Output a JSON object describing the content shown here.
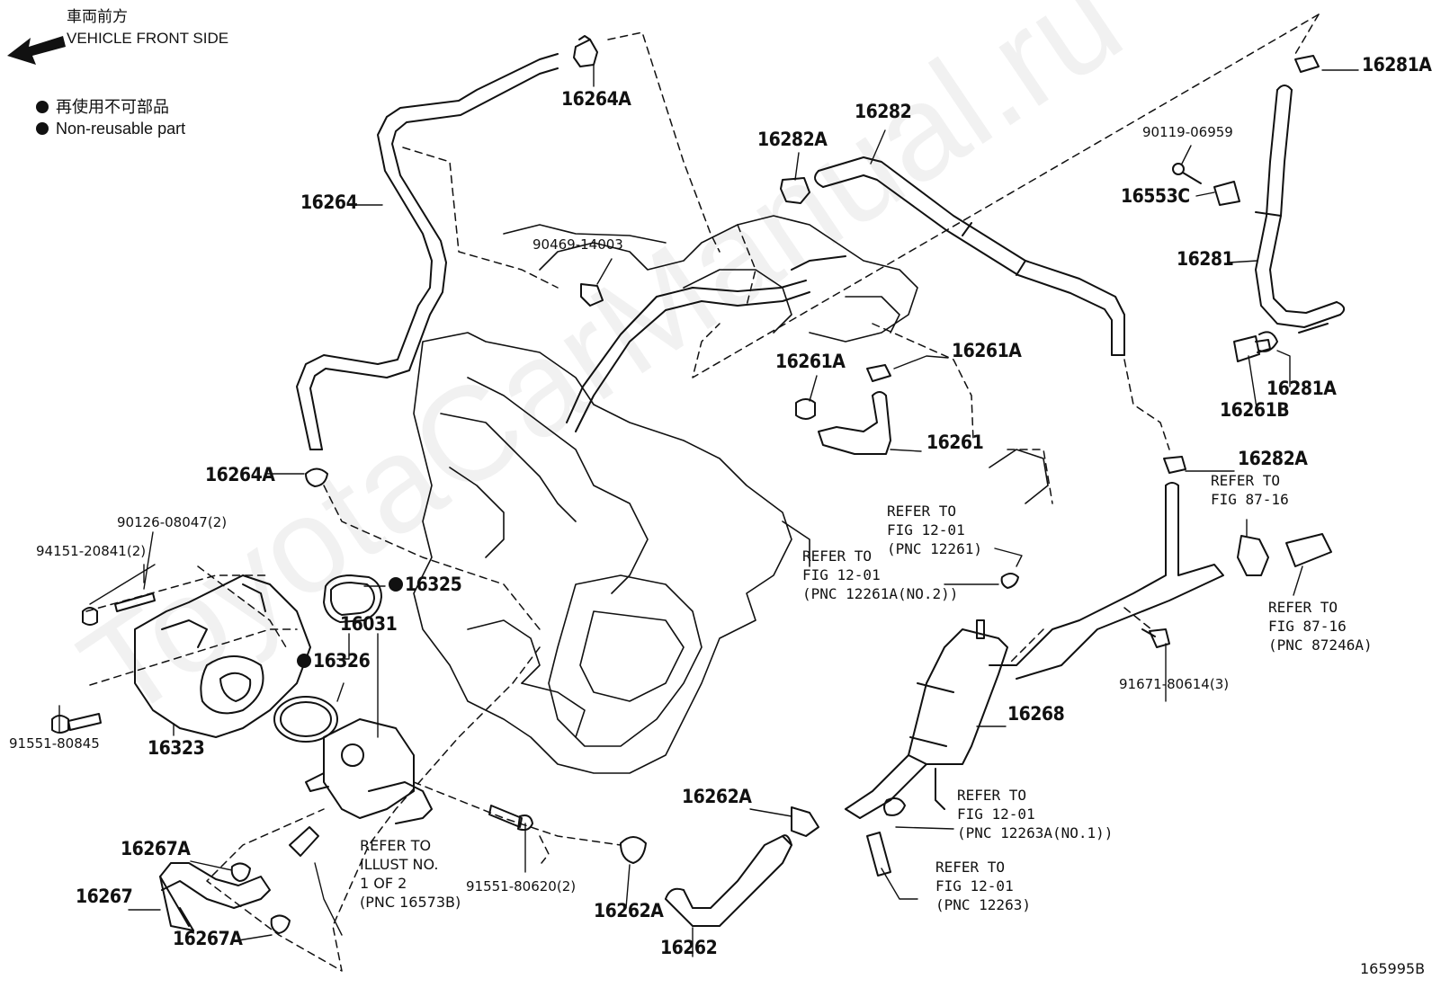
{
  "header": {
    "direction_jp": "車両前方",
    "direction_en": "VEHICLE FRONT SIDE",
    "legend_jp": "再使用不可部品",
    "legend_en": "Non-reusable part"
  },
  "watermark": "ToyotaCarManual.ru",
  "figure_id": "165995B",
  "parts": {
    "p16264A_top": "16264A",
    "p16264": "16264",
    "p16264A_left": "16264A",
    "p90126": "90126-08047(2)",
    "p94151": "94151-20841(2)",
    "p91551_80845": "91551-80845",
    "p16323": "16323",
    "p16325": "16325",
    "p16031": "16031",
    "p16326": "16326",
    "p16267A_top": "16267A",
    "p16267": "16267",
    "p16267A_bot": "16267A",
    "p91551_80620": "91551-80620(2)",
    "p16262A_bot": "16262A",
    "p16262": "16262",
    "p16262A_mid": "16262A",
    "p16268": "16268",
    "p90469": "90469-14003",
    "p16282A_top": "16282A",
    "p16282": "16282",
    "p16261A_left": "16261A",
    "p16261A_right": "16261A",
    "p16261": "16261",
    "p16281A_top": "16281A",
    "p90119": "90119-06959",
    "p16553C": "16553C",
    "p16281": "16281",
    "p16261B": "16261B",
    "p16281A_bot": "16281A",
    "p16282A_right": "16282A",
    "p91671": "91671-80614(3)"
  },
  "refs": {
    "ref_illust": "REFER TO\nILLUST NO.\n1 OF 2\n(PNC 16573B)",
    "ref_12261": "REFER TO\nFIG 12-01\n(PNC 12261)",
    "ref_12261A": "REFER TO\nFIG 12-01\n(PNC 12261A(NO.2))",
    "ref_87_16_a": "REFER TO\nFIG 87-16",
    "ref_87_16_b": "REFER TO\nFIG 87-16\n(PNC 87246A)",
    "ref_12263A": "REFER TO\nFIG 12-01\n(PNC 12263A(NO.1))",
    "ref_12263": "REFER TO\nFIG 12-01\n(PNC 12263)"
  }
}
